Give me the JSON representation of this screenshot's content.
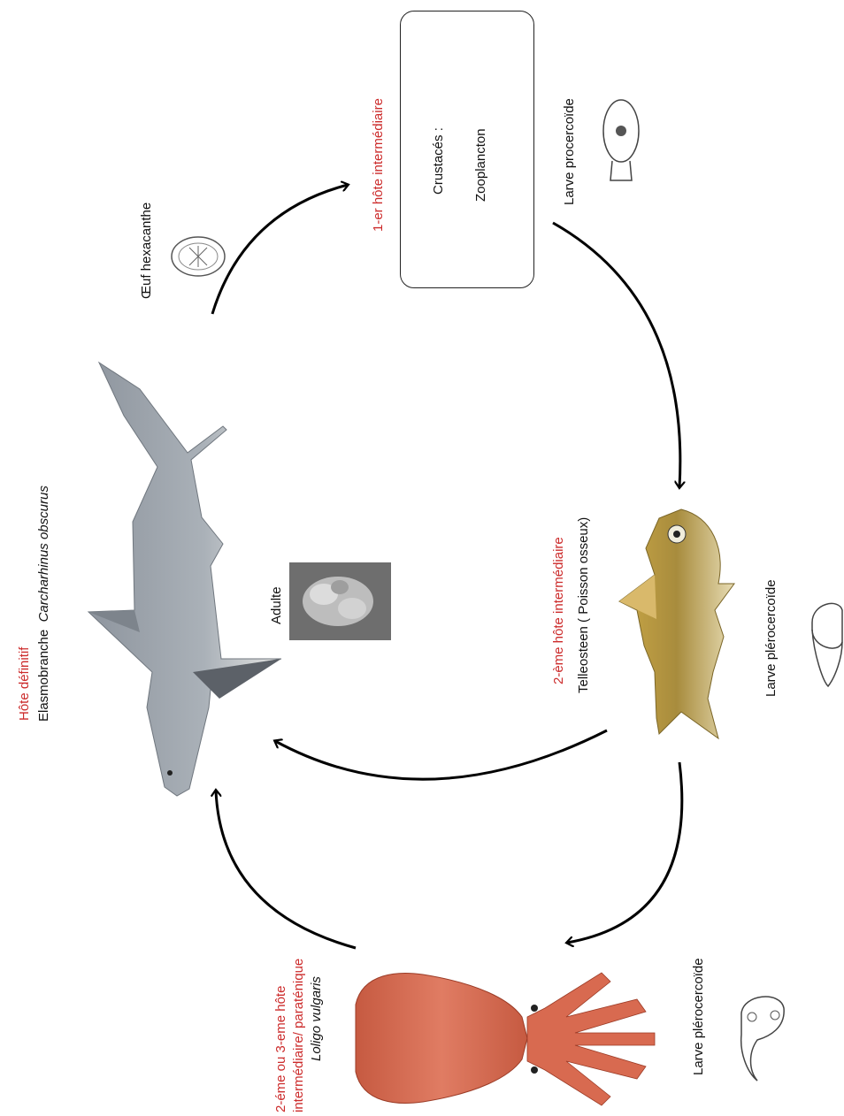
{
  "definitive_host": {
    "heading": "Hôte définitif",
    "line_prefix": "Elasmobranche",
    "species": "Carcharhinus obscurus",
    "stage_label": "Adulte"
  },
  "egg": {
    "label": "Œuf hexacanthe"
  },
  "first_intermediate": {
    "heading": "1-er hôte intermédiaire",
    "box_line1": "Crustacés :",
    "box_line2": "Zooplancton",
    "larva_label": "Larve procercoïde"
  },
  "second_intermediate": {
    "heading": "2-ème hôte intermédiaire",
    "host": "Telleosteen ( Poisson osseux)",
    "larva_label": "Larve plérocercoïde"
  },
  "paratenic": {
    "heading_line1": "2-éme ou 3-eme hôte",
    "heading_line2": "intermédiaire/ paraténique",
    "species": "Loligo vulgaris",
    "larva_label": "Larve plérocercoïde"
  },
  "colors": {
    "accent_red": "#cc2b2b",
    "text": "#111111",
    "arrow": "#000000"
  },
  "icons": [
    "shark-illustration",
    "adult-worm-micrograph",
    "egg-icon",
    "procercoid-larva-icon",
    "bony-fish-illustration",
    "plerocercoid-larva-icon",
    "squid-illustration"
  ]
}
